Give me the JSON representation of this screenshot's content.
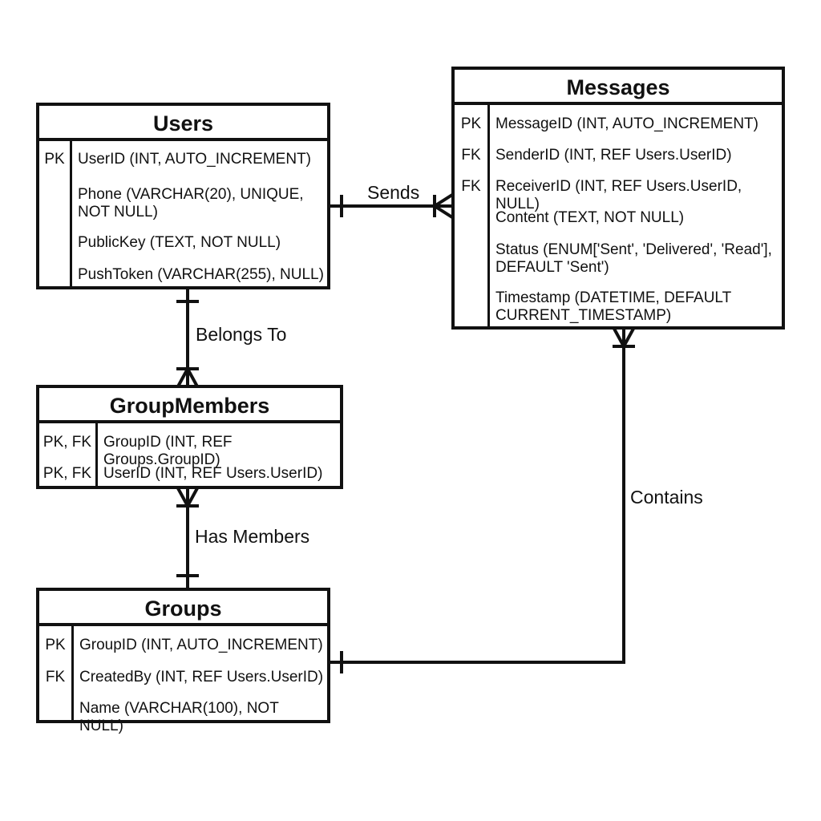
{
  "entities": {
    "users": {
      "name": "Users",
      "fields": [
        {
          "key": "PK",
          "text": "UserID (INT, AUTO_INCREMENT)"
        },
        {
          "key": "",
          "text": "Phone (VARCHAR(20), UNIQUE, NOT NULL)"
        },
        {
          "key": "",
          "text": "PublicKey (TEXT, NOT NULL)"
        },
        {
          "key": "",
          "text": "PushToken (VARCHAR(255), NULL)"
        }
      ]
    },
    "messages": {
      "name": "Messages",
      "fields": [
        {
          "key": "PK",
          "text": "MessageID (INT, AUTO_INCREMENT)"
        },
        {
          "key": "FK",
          "text": "SenderID (INT, REF Users.UserID)"
        },
        {
          "key": "FK",
          "text": "ReceiverID (INT, REF Users.UserID, NULL)"
        },
        {
          "key": "",
          "text": "Content (TEXT, NOT NULL)"
        },
        {
          "key": "",
          "text": "Status (ENUM['Sent', 'Delivered', 'Read'], DEFAULT 'Sent')"
        },
        {
          "key": "",
          "text": "Timestamp (DATETIME, DEFAULT CURRENT_TIMESTAMP)"
        }
      ]
    },
    "group_members": {
      "name": "GroupMembers",
      "fields": [
        {
          "key": "PK, FK",
          "text": "GroupID (INT, REF Groups.GroupID)"
        },
        {
          "key": "PK, FK",
          "text": "UserID (INT, REF Users.UserID)"
        }
      ]
    },
    "groups": {
      "name": "Groups",
      "fields": [
        {
          "key": "PK",
          "text": "GroupID (INT, AUTO_INCREMENT)"
        },
        {
          "key": "FK",
          "text": "CreatedBy (INT, REF Users.UserID)"
        },
        {
          "key": "",
          "text": "Name (VARCHAR(100), NOT NULL)"
        }
      ]
    }
  },
  "relationships": {
    "sends": "Sends",
    "belongs_to": "Belongs To",
    "has_members": "Has Members",
    "contains": "Contains"
  }
}
